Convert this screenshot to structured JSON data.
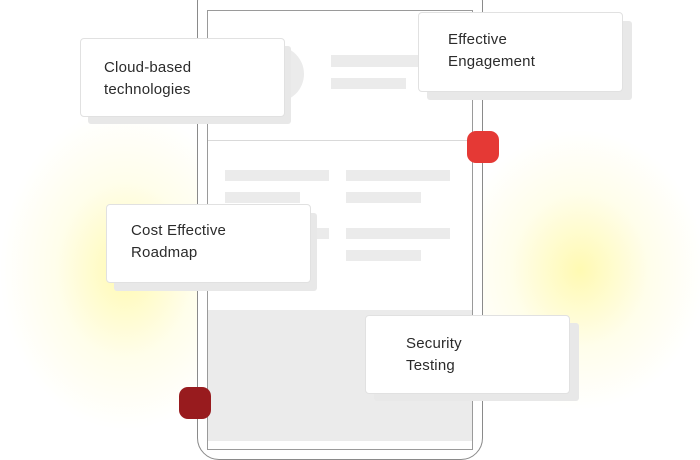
{
  "cards": {
    "cloud": {
      "label": "Cloud-based\ntechnologies"
    },
    "engagement": {
      "label": "Effective\nEngagement"
    },
    "roadmap": {
      "label": "Cost Effective\nRoadmap"
    },
    "security": {
      "label": "Security\nTesting"
    }
  },
  "colors": {
    "accent_red": "#e53935",
    "accent_dark_red": "#981b1e",
    "placeholder_gray": "#ebebeb",
    "glow_yellow": "#fff9aa"
  }
}
